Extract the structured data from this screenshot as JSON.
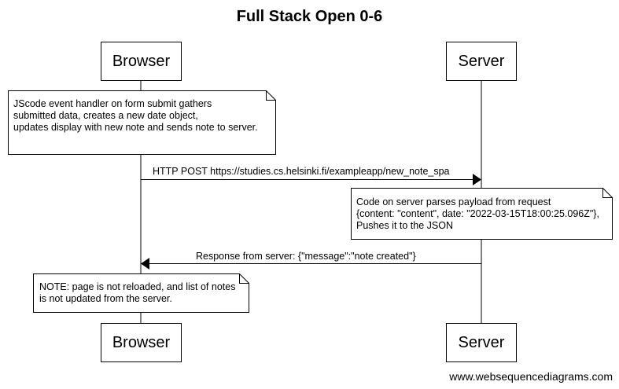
{
  "title": "Full Stack Open 0-6",
  "participants": {
    "browser": "Browser",
    "server": "Server"
  },
  "notes": {
    "browser_submit": "JScode event handler on form submit gathers\nsubmitted data, creates a new date object,\nupdates display with new note and sends note to server.",
    "server_parse": "Code on server parses payload from request\n{content: \"content\", date: \"2022-03-15T18:00:25.096Z\"},\nPushes it to the JSON",
    "browser_no_reload": "NOTE: page is not reloaded, and list of notes\nis not updated from the server."
  },
  "messages": {
    "post": "HTTP POST  https://studies.cs.helsinki.fi/exampleapp/new_note_spa",
    "response": "Response from server: {\"message\":\"note created\"}"
  },
  "footer": "www.websequencediagrams.com"
}
